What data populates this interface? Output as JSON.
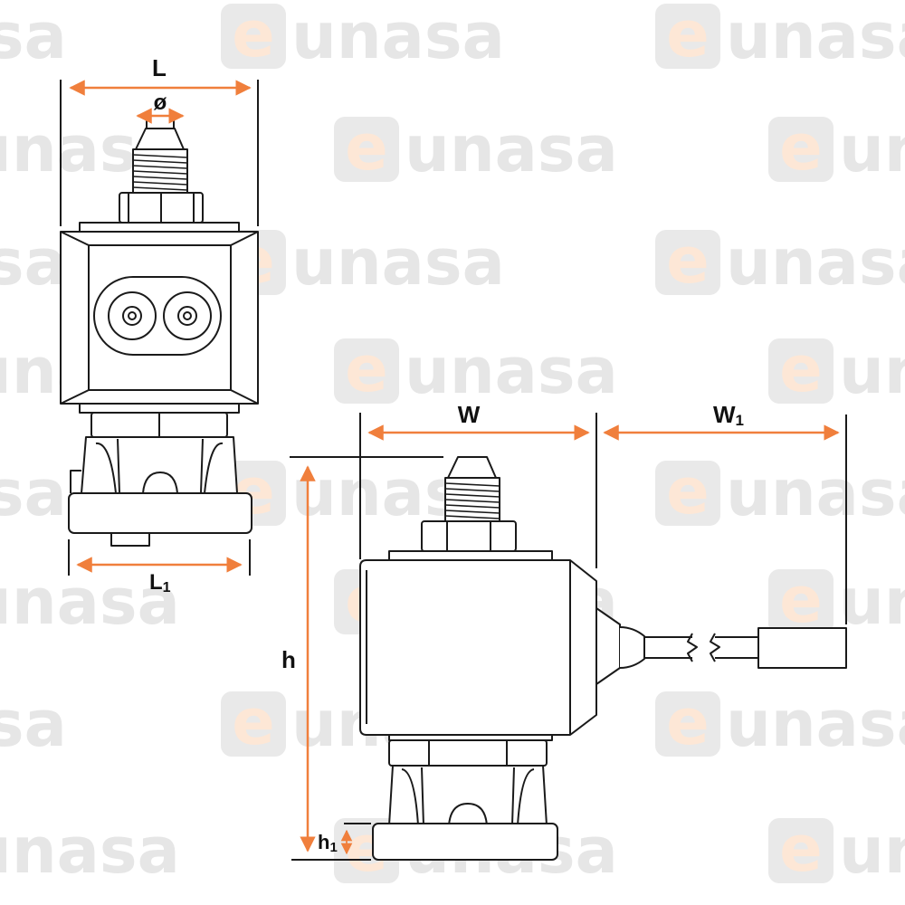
{
  "watermark": {
    "text": "eunasa",
    "e": "e",
    "rest": "unasa"
  },
  "colors": {
    "accent": "#f07f3c",
    "line": "#1a1a1a",
    "watermark_text": "#e6e6e6",
    "watermark_box": "#e9e9e9",
    "watermark_e": "#fde7d6"
  },
  "dimensions": {
    "L": "L",
    "diameter": "ø",
    "L1": {
      "main": "L",
      "sub": "1"
    },
    "W": "W",
    "W1": {
      "main": "W",
      "sub": "1"
    },
    "h": "h",
    "h1": {
      "main": "h",
      "sub": "1"
    }
  },
  "icons": {
    "arrow_head": "arrowhead-icon",
    "break_mark": "cable-break-icon"
  }
}
